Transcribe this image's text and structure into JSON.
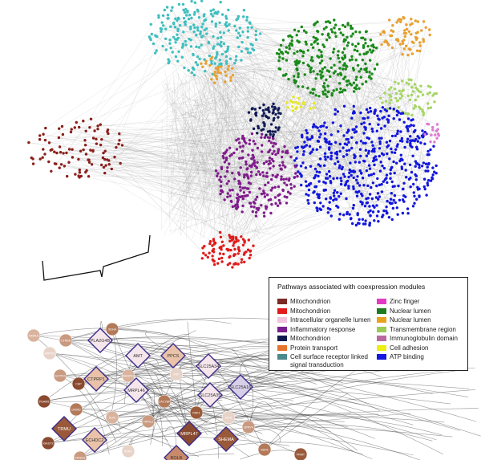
{
  "legend": {
    "title": "Pathways associated with coexpression modules",
    "left_items": [
      {
        "label": "Mitochondrion",
        "color": "#7b2a24"
      },
      {
        "label": "Mitochondrion",
        "color": "#e31a1c"
      },
      {
        "label": "Intracellular organelle lumen",
        "color": "#f2c3df"
      },
      {
        "label": "Inflammatory response",
        "color": "#7b1e8f"
      },
      {
        "label": "Mitochondrion",
        "color": "#0e1a4f"
      },
      {
        "label": "Protein transport",
        "color": "#e8742c"
      },
      {
        "label": "Cell surface receptor linked\nsignal transduction",
        "color": "#4a8a8e"
      }
    ],
    "right_items": [
      {
        "label": "Zinc finger",
        "color": "#e23ac2"
      },
      {
        "label": "Nuclear lumen",
        "color": "#1e7a1e"
      },
      {
        "label": "Nuclear lumen",
        "color": "#e8a31c"
      },
      {
        "label": "Transmembrane region",
        "color": "#99cc55"
      },
      {
        "label": "Immunoglobulin domain",
        "color": "#b86aa0"
      },
      {
        "label": "Cell adhesion",
        "color": "#eeee11"
      },
      {
        "label": "ATP binding",
        "color": "#1418e0"
      }
    ]
  },
  "modules": [
    {
      "id": "teal",
      "color": "#3fbfbf"
    },
    {
      "id": "green",
      "color": "#1a8a1a"
    },
    {
      "id": "orange",
      "color": "#e8a030"
    },
    {
      "id": "lightgreen",
      "color": "#a6d664"
    },
    {
      "id": "navy",
      "color": "#101a55"
    },
    {
      "id": "blue",
      "color": "#1216dd"
    },
    {
      "id": "purple",
      "color": "#801c8c"
    },
    {
      "id": "darkred",
      "color": "#8a1f1a"
    },
    {
      "id": "red",
      "color": "#e01a1a"
    },
    {
      "id": "yellow",
      "color": "#e8e820"
    },
    {
      "id": "pink",
      "color": "#e07ad0"
    }
  ],
  "subnetwork": {
    "diamond_labels": [
      "PLA2G4B",
      "AMT",
      "PPCS",
      "SLC25A34",
      "CTPRP1",
      "MRPL46",
      "SLC25A35",
      "SLC25A16",
      "TRMU",
      "ECHDC2",
      "MRPL47",
      "SHEMA",
      "BOLB"
    ],
    "circle_labels": [
      "HMPL5",
      "CTRBB",
      "MRPS5",
      "SDHA",
      "GLTPD1",
      "CAP",
      "WASPS1",
      "FBP",
      "CACYBP",
      "RNF1",
      "MOK",
      "SPRY4",
      "PGAM5",
      "GRWD",
      "SLA2",
      "NPRL3",
      "IGAUT2",
      "FANCG",
      "PBRG",
      "SDR2",
      "PRMT"
    ]
  }
}
